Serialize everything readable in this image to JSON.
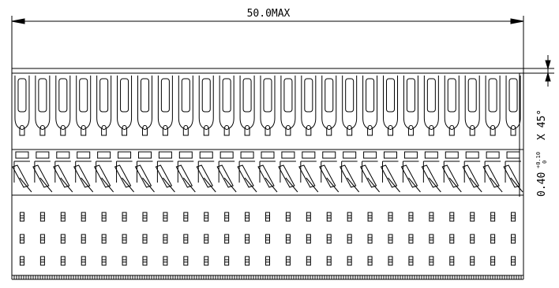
{
  "drawing": {
    "overall_dimension": "50.0MAX",
    "chamfer_value": "0.40",
    "tolerance_plus": "+0.10",
    "tolerance_minus": "0",
    "chamfer_suffix": "X 45°",
    "pin_count": 25,
    "row_marker_rows": 3,
    "line_color": "#000000",
    "background": "#ffffff"
  }
}
